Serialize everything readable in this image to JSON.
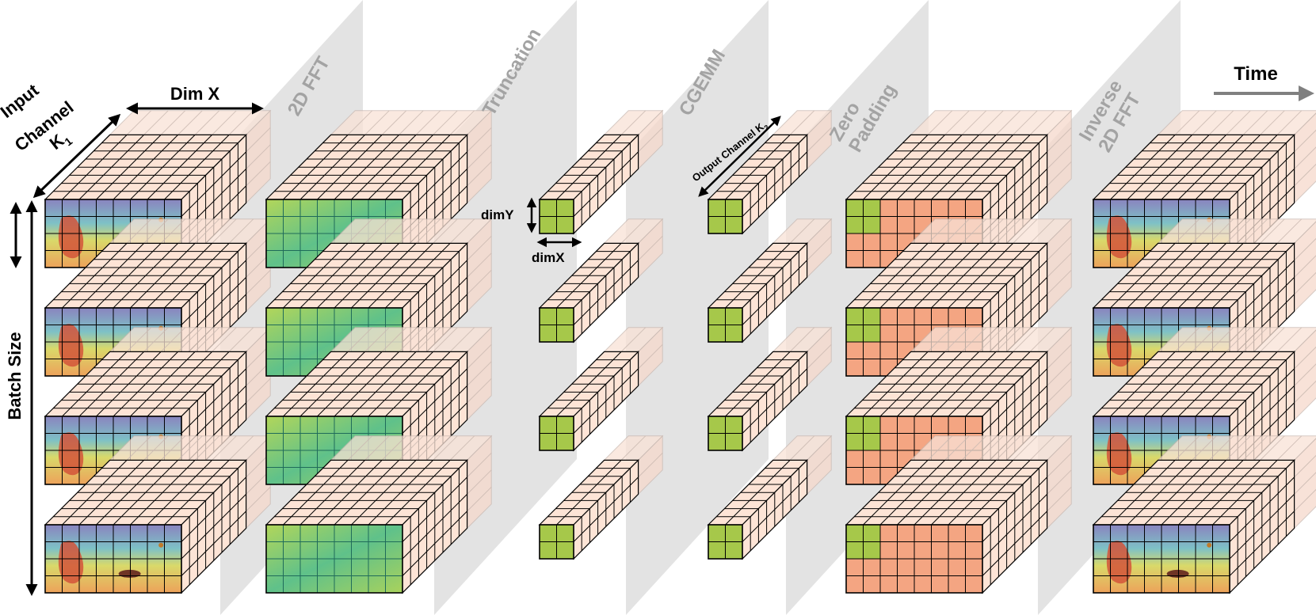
{
  "labels": {
    "input_channel_line1": "Input",
    "input_channel_line2": "Channel",
    "k1_main": "K",
    "k1_sub": "1",
    "dim_x": "Dim X",
    "batch_size": "Batch Size",
    "dimY": "dimY",
    "dimX": "dimX",
    "output_channel": "Output Channel K",
    "output_channel_sub": "2",
    "time": "Time"
  },
  "stages": [
    {
      "name": "fft",
      "lines": [
        "2D FFT"
      ]
    },
    {
      "name": "truncation",
      "lines": [
        "Truncation"
      ]
    },
    {
      "name": "cgemm",
      "lines": [
        "CGEMM"
      ]
    },
    {
      "name": "zero-padding",
      "lines": [
        "Zero",
        "Padding"
      ]
    },
    {
      "name": "inverse-fft",
      "lines": [
        "Inverse",
        "2D FFT"
      ]
    }
  ],
  "colors": {
    "salmon": "#f4a582",
    "light_peach": "#fde4d6",
    "green": "#a6c84a",
    "panel_gray": "#e3e3e3",
    "stage_text": "#a3a3a3",
    "arrow_gray": "#808080"
  },
  "blocks": [
    {
      "name": "input",
      "front": "map"
    },
    {
      "name": "fft-output",
      "front": "spectrum"
    },
    {
      "name": "truncated",
      "front": "small-green"
    },
    {
      "name": "cgemm-output",
      "front": "small-green"
    },
    {
      "name": "zero-padded",
      "front": "padded"
    },
    {
      "name": "output",
      "front": "map"
    }
  ]
}
